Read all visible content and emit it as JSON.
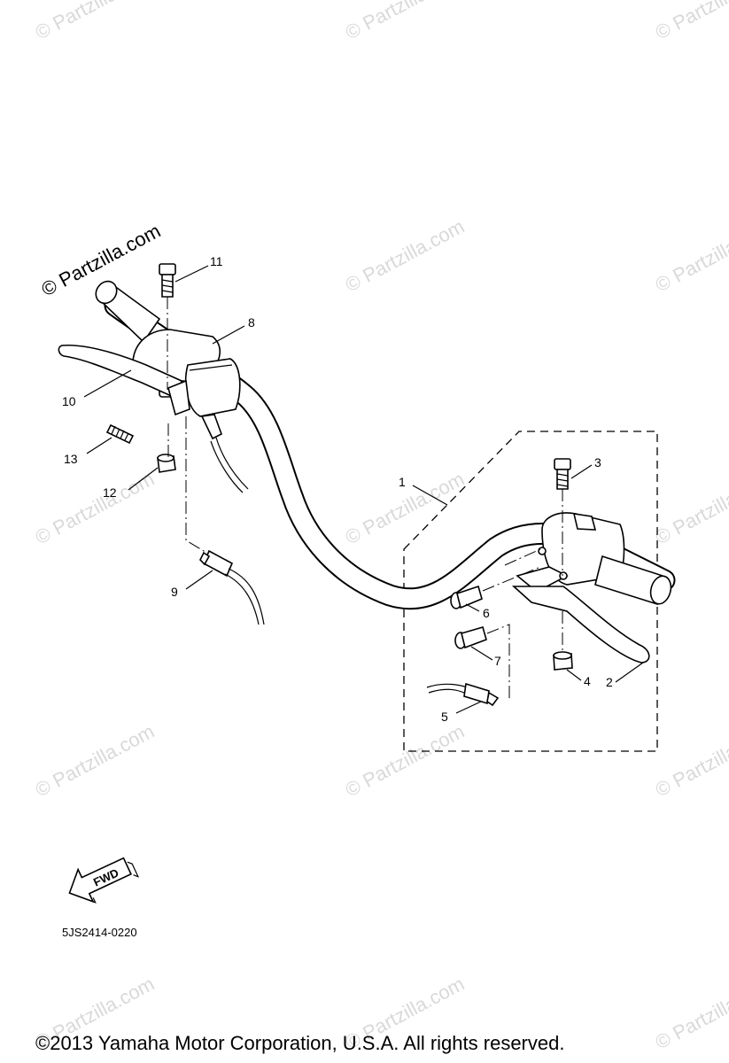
{
  "watermark": {
    "primary": "© Partzilla.com",
    "faint": "© Partzilla.com"
  },
  "callouts": {
    "c1": "1",
    "c2": "2",
    "c3": "3",
    "c4": "4",
    "c5": "5",
    "c6": "6",
    "c7": "7",
    "c8": "8",
    "c9": "9",
    "c10": "10",
    "c11": "11",
    "c12": "12",
    "c13": "13"
  },
  "direction_badge": "FWD",
  "diagram_code": "5JS2414-0220",
  "copyright": "©2013  Yamaha Motor Corporation, U.S.A. All rights reserved."
}
